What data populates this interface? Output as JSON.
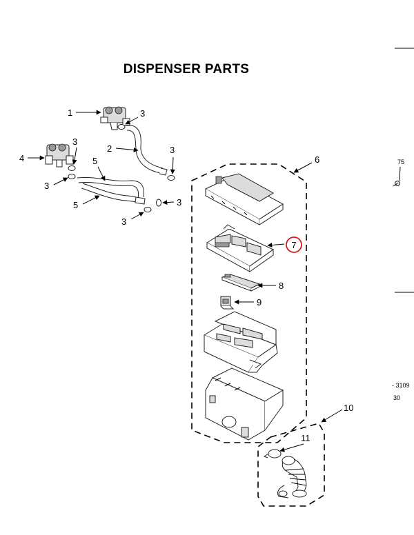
{
  "title": "DISPENSER PARTS",
  "callouts": {
    "c1": "1",
    "c2": "2",
    "c3a": "3",
    "c3b": "3",
    "c3c": "3",
    "c3d": "3",
    "c3e": "3",
    "c3f": "3",
    "c4": "4",
    "c5a": "5",
    "c5b": "5",
    "c6": "6",
    "c7": "7",
    "c8": "8",
    "c9": "9",
    "c10": "10",
    "c11": "11"
  },
  "edge_labels": {
    "e75": "75",
    "e3109": "- 3109",
    "e30": "30"
  },
  "highlight_color": "#d7191c"
}
